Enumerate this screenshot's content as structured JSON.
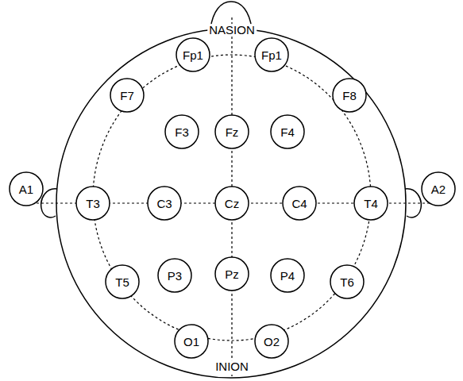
{
  "diagram": {
    "nodes": [
      {
        "text": [
          "Fp1"
        ]
      },
      {
        "text": [
          "Fp1"
        ]
      },
      {
        "text": [
          "F7"
        ]
      },
      {
        "text": [
          "F3"
        ]
      },
      {
        "text": [
          "Fz"
        ]
      },
      {
        "text": [
          "F4"
        ]
      },
      {
        "text": [
          "F8"
        ]
      },
      {
        "text": [
          "A1"
        ]
      },
      {
        "text": [
          "T3"
        ]
      },
      {
        "text": [
          "C3"
        ]
      },
      {
        "text": [
          "Cz"
        ]
      },
      {
        "text": [
          "C4"
        ]
      },
      {
        "text": [
          "T4"
        ]
      },
      {
        "text": [
          "A2"
        ]
      },
      {
        "text": [
          "T5"
        ]
      },
      {
        "text": [
          "P3"
        ]
      },
      {
        "text": [
          "Pz"
        ]
      },
      {
        "text": [
          "P4"
        ]
      },
      {
        "text": [
          "T6"
        ]
      },
      {
        "text": [
          "O1"
        ]
      },
      {
        "text": [
          "O2"
        ]
      }
    ],
    "labels": [
      "NASION",
      "INION"
    ]
  }
}
